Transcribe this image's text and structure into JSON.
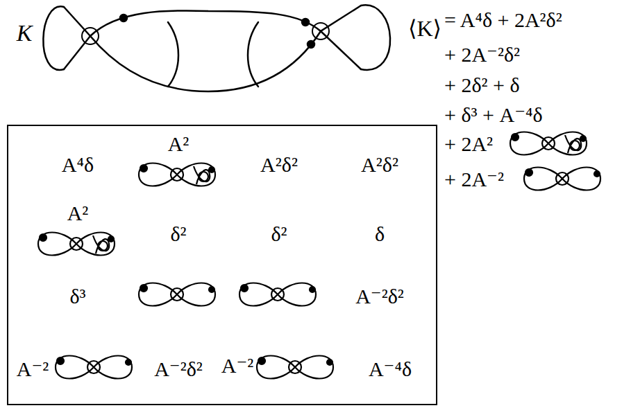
{
  "diagram": {
    "nodes": [
      {
        "text": [
          "A⁴δ",
          "A²",
          "A²δ²",
          "A²δ²",
          "A²",
          "δ²",
          "δ²",
          "δ",
          "δ³",
          "A⁻²δ²",
          "A⁻²",
          "A⁻²δ²",
          "A⁻²",
          "A⁻⁴δ"
        ]
      }
    ],
    "labels": [
      "K",
      "⟨K⟩",
      "= A⁴δ + 2A²δ²",
      "+ 2A⁻²δ²",
      "+ 2δ² + δ",
      "+ δ³ + A⁻⁴δ",
      "+ 2A²",
      "+ 2A⁻²"
    ]
  }
}
